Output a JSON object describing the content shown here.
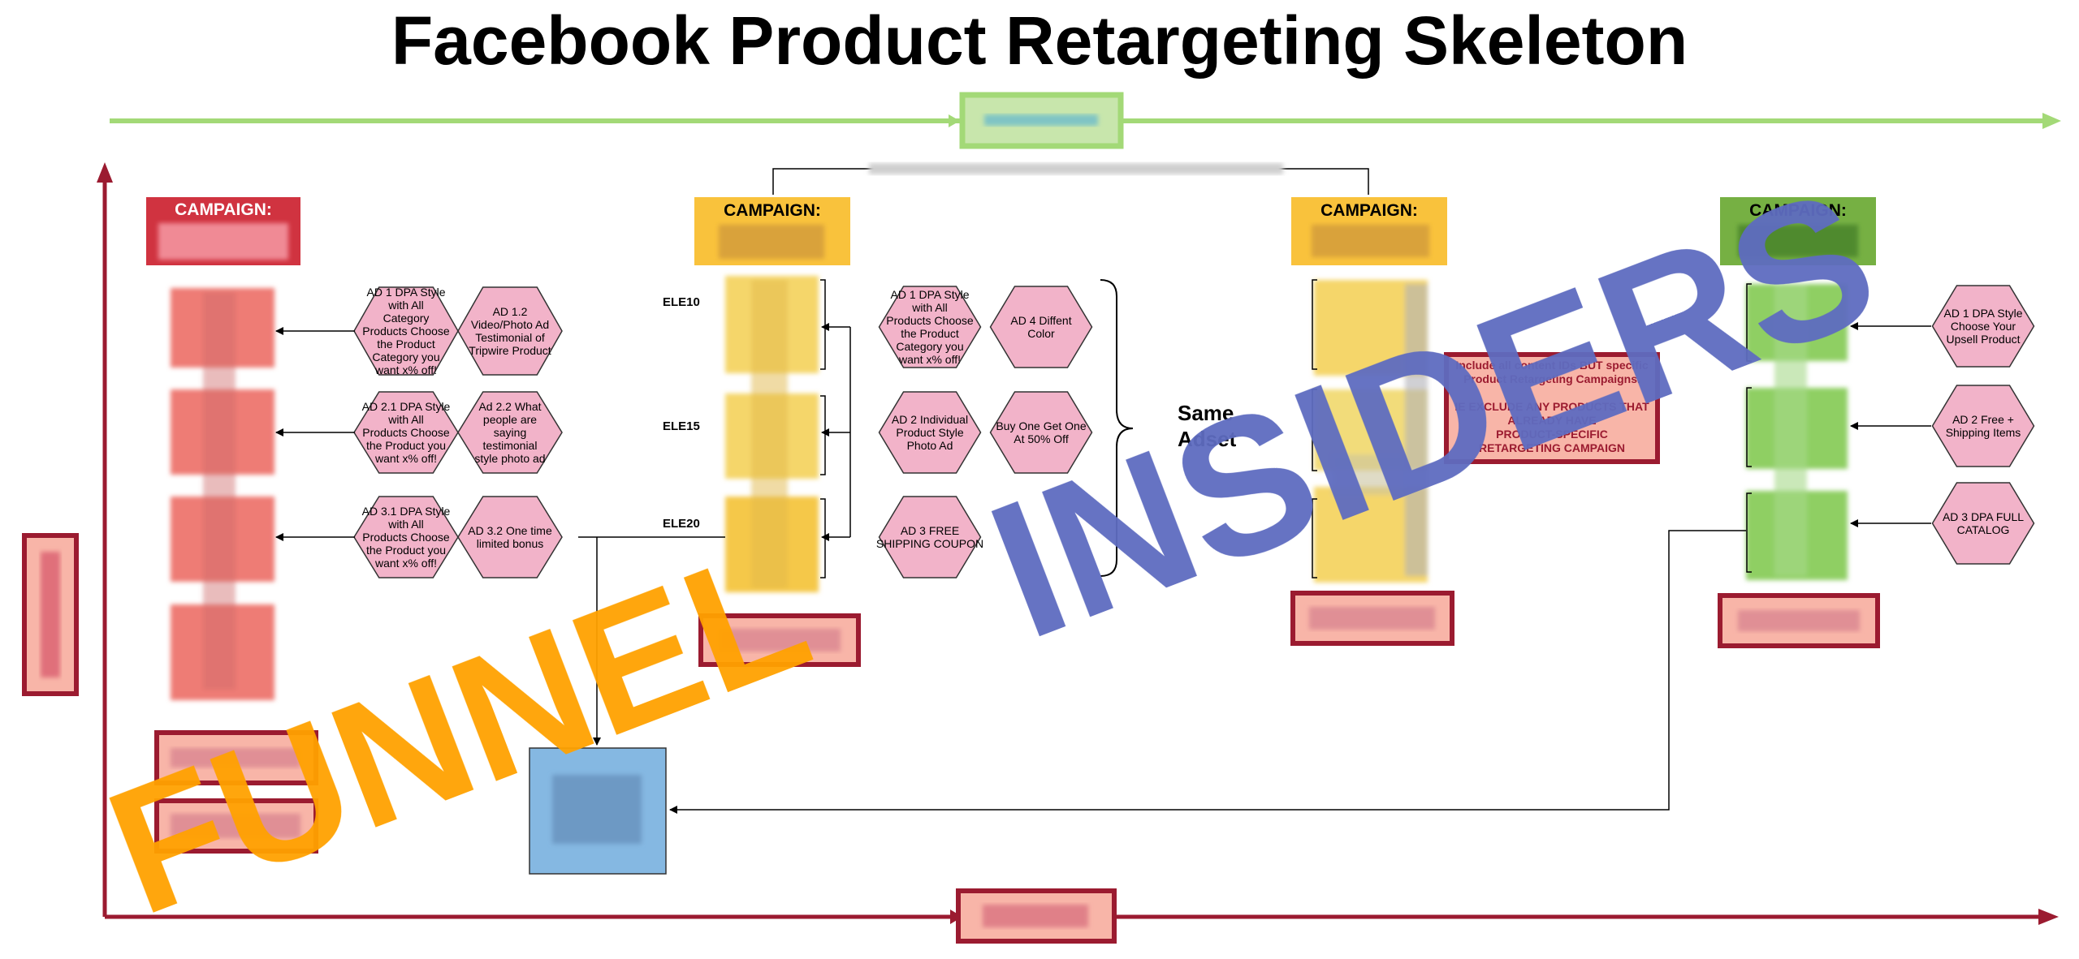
{
  "title": "Facebook Product Retargeting Skeleton",
  "watermark": {
    "word1": "FUNNEL",
    "word2": "INSIDERS"
  },
  "colors": {
    "top_arrow": "#a3d977",
    "axis": "#9b1b30",
    "red_head": "#d03340",
    "orange_head": "#f9c23c",
    "green_head": "#76b043",
    "hex_fill": "#f2b3c9",
    "note_fill": "#f8b5a8",
    "note_border": "#9b1b30",
    "blue_box": "#85b8e2",
    "watermark_orange": "#ffa200",
    "watermark_blue": "#5e6cc0"
  },
  "campaigns": [
    {
      "label": "CAMPAIGN:"
    },
    {
      "label": "CAMPAIGN:"
    },
    {
      "label": "CAMPAIGN:"
    },
    {
      "label": "CAMPAIGN:"
    }
  ],
  "col1_ads": [
    "AD 1 DPA Style with All Category Products Choose the Product Category you want x% off!",
    "AD 1.2 Video/Photo Ad Testimonial of Tripwire Product",
    "AD 2.1 DPA Style with All Products Choose the Product you want x% off!",
    "Ad 2.2  What people are saying testimonial style photo ad",
    "AD 3.1 DPA Style with All Products Choose the Product you want x% off!",
    "AD 3.2 One time limited bonus"
  ],
  "col2_ads": [
    "AD 1 DPA Style with All Products Choose the Product Category you want x% off!",
    "AD 4 Diffent Color",
    "AD 2 Individual Product Style Photo Ad",
    "Buy One Get One At 50% Off",
    "AD 3 FREE SHIPPING COUPON"
  ],
  "col2_row_labels": [
    "ELE10",
    "ELE15",
    "ELE20"
  ],
  "same_adset": [
    "Same",
    "Adset"
  ],
  "note": [
    "Include all content IDs BUT specific",
    "Product Retargeting Campaigns.",
    "",
    "IE EXCLUDE ANY PRODUCTS THAT",
    "ALREADY HAVE",
    "PRODUCT-SPECIFIC",
    "RETARGETING CAMPAIGN"
  ],
  "col4_ads": [
    "AD 1 DPA Style Choose Your Upsell Product",
    "AD 2 Free + Shipping Items",
    "AD 3 DPA FULL CATALOG"
  ]
}
